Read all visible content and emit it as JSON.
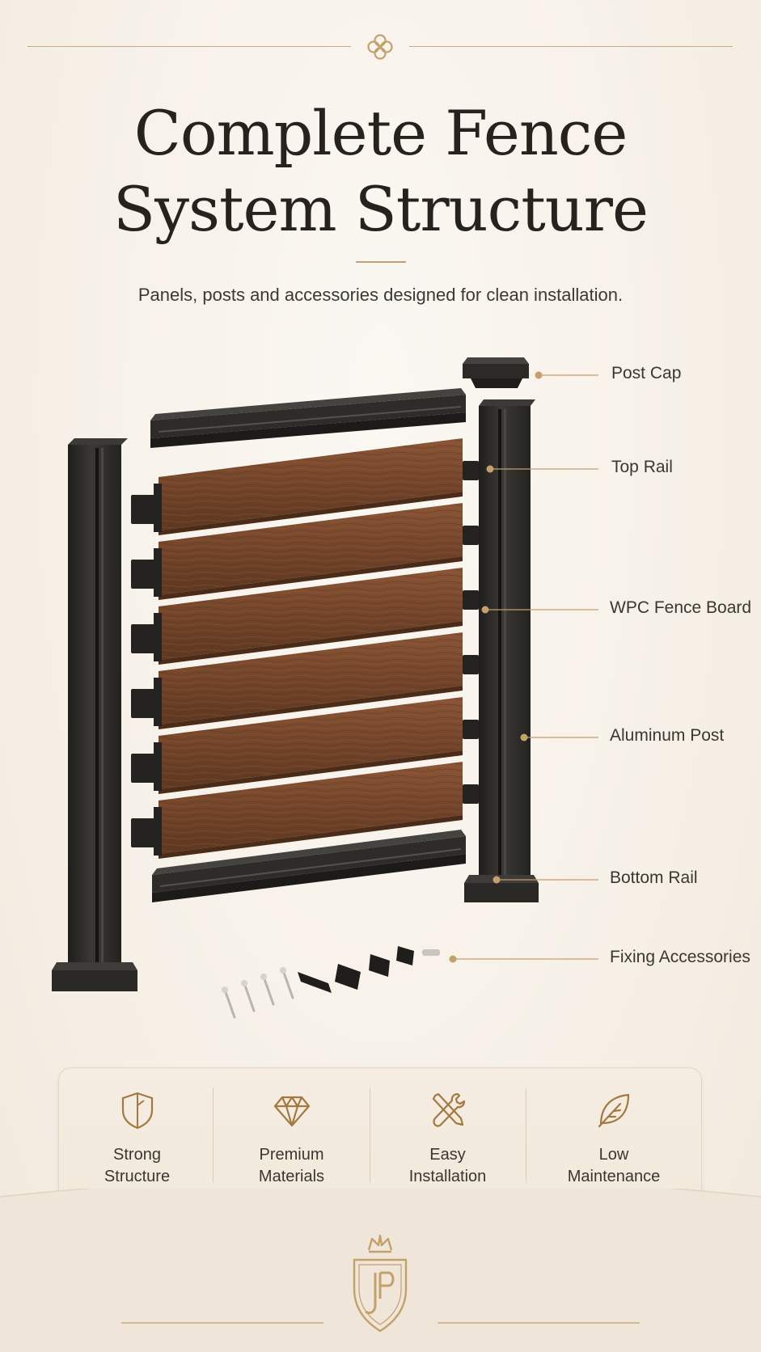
{
  "header": {
    "title_line1": "Complete Fence",
    "title_line2": "System Structure",
    "subtitle": "Panels, posts and accessories designed for clean installation."
  },
  "callouts": [
    {
      "id": "post-cap",
      "label": "Post Cap"
    },
    {
      "id": "top-rail",
      "label": "Top Rail"
    },
    {
      "id": "wpc-fence-board",
      "label": "WPC Fence Board"
    },
    {
      "id": "aluminum-post",
      "label": "Aluminum Post"
    },
    {
      "id": "bottom-rail",
      "label": "Bottom Rail"
    },
    {
      "id": "fixing-accessories",
      "label": "Fixing Accessories"
    }
  ],
  "features": [
    {
      "icon": "shield-icon",
      "line1": "Strong",
      "line2": "Structure"
    },
    {
      "icon": "diamond-icon",
      "line1": "Premium",
      "line2": "Materials"
    },
    {
      "icon": "tools-icon",
      "line1": "Easy",
      "line2": "Installation"
    },
    {
      "icon": "leaf-icon",
      "line1": "Low",
      "line2": "Maintenance"
    }
  ],
  "colors": {
    "background": "#f7f2ea",
    "accent_gold": "#c4a06a",
    "post_dark": "#2b2a27",
    "board_brown": "#7a4a2e",
    "text_dark": "#26231f"
  },
  "logo": {
    "icon": "crest-logo-icon",
    "monogram": "JP"
  }
}
